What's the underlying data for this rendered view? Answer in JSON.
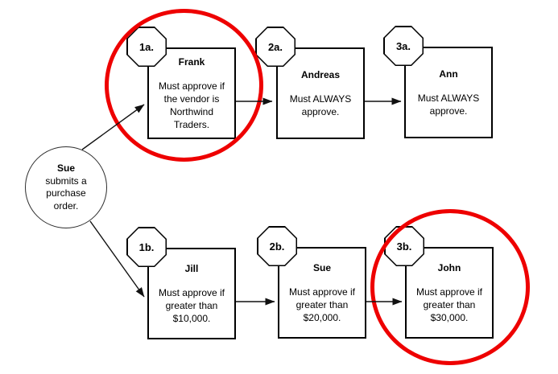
{
  "diagram": {
    "colors": {
      "highlight": "#ee0000",
      "line": "#111111",
      "box_border": "#000000",
      "background": "#ffffff"
    },
    "start": {
      "name": "Sue",
      "description": "submits a\npurchase\norder."
    },
    "nodes": [
      {
        "badge": "1a.",
        "name": "Frank",
        "description": "Must approve if\nthe vendor is\nNorthwind\nTraders.",
        "highlighted": true
      },
      {
        "badge": "2a.",
        "name": "Andreas",
        "description": "Must ALWAYS\napprove.",
        "highlighted": false
      },
      {
        "badge": "3a.",
        "name": "Ann",
        "description": "Must ALWAYS\napprove.",
        "highlighted": false
      },
      {
        "badge": "1b.",
        "name": "Jill",
        "description": "Must approve if\ngreater than\n$10,000.",
        "highlighted": false
      },
      {
        "badge": "2b.",
        "name": "Sue",
        "description": "Must approve if\ngreater than\n$20,000.",
        "highlighted": false
      },
      {
        "badge": "3b.",
        "name": "John",
        "description": "Must approve if\ngreater than\n$30,000.",
        "highlighted": true
      }
    ]
  }
}
